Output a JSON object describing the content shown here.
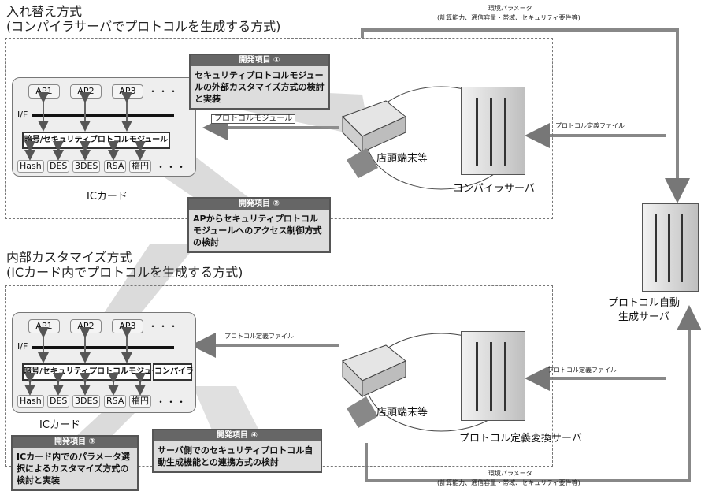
{
  "top_section": {
    "title": "入れ替え方式",
    "subtitle": "(コンパイラサーバでプロトコルを生成する方式)",
    "card": {
      "apps": [
        "AP1",
        "AP2",
        "AP3"
      ],
      "ellipsis": "・・・",
      "if_label": "I/F",
      "module_label": "暗号/セキュリティプロトコルモジュール",
      "algorithms": [
        "Hash",
        "DES",
        "3DES",
        "RSA",
        "楕円"
      ],
      "algo_ellipsis": "・・・",
      "caption": "ICカード"
    },
    "protocol_module_label": "プロトコルモジュール",
    "terminal_label": "店頭端末等",
    "server_label": "コンパイラサーバ",
    "def_file_label": "プロトコル定義ファイル"
  },
  "bottom_section": {
    "title": "内部カスタマイズ方式",
    "subtitle": "(ICカード内でプロトコルを生成する方式)",
    "card": {
      "apps": [
        "AP1",
        "AP2",
        "AP3"
      ],
      "ellipsis": "・・・",
      "if_label": "I/F",
      "module_label": "暗号/セキュリティプロトコルモジュール",
      "compiler_label": "コンパイラ",
      "algorithms": [
        "Hash",
        "DES",
        "3DES",
        "RSA",
        "楕円"
      ],
      "algo_ellipsis": "・・・",
      "caption": "ICカード"
    },
    "def_file_label_left": "プロトコル定義ファイル",
    "terminal_label": "店頭端末等",
    "server_label": "プロトコル定義変換サーバ",
    "def_file_label_right": "プロトコル定義ファイル"
  },
  "right_server": {
    "label_line1": "プロトコル自動",
    "label_line2": "生成サーバ"
  },
  "env_params_top": {
    "line1": "環境パラメータ",
    "line2": "(計算能力、通信容量・帯域、セキュリティ要件等)"
  },
  "env_params_bottom": {
    "line1": "環境パラメータ",
    "line2": "(計算能力、通信容量・帯域、セキュリティ要件等)"
  },
  "dev_items": [
    {
      "header": "開発項目 ①",
      "body": "セキュリティプロトコルモジュールの外部カスタマイズ方式の検討と実装"
    },
    {
      "header": "開発項目 ②",
      "body": "APからセキュリティプロトコルモジュールへのアクセス制御方式の検討"
    },
    {
      "header": "開発項目 ③",
      "body": "ICカード内でのパラメータ選択によるカスタマイズ方式の検討と実装"
    },
    {
      "header": "開発項目 ④",
      "body": "サーバ側でのセキュリティプロトコル自動生成機能との連携方式の検討"
    }
  ]
}
